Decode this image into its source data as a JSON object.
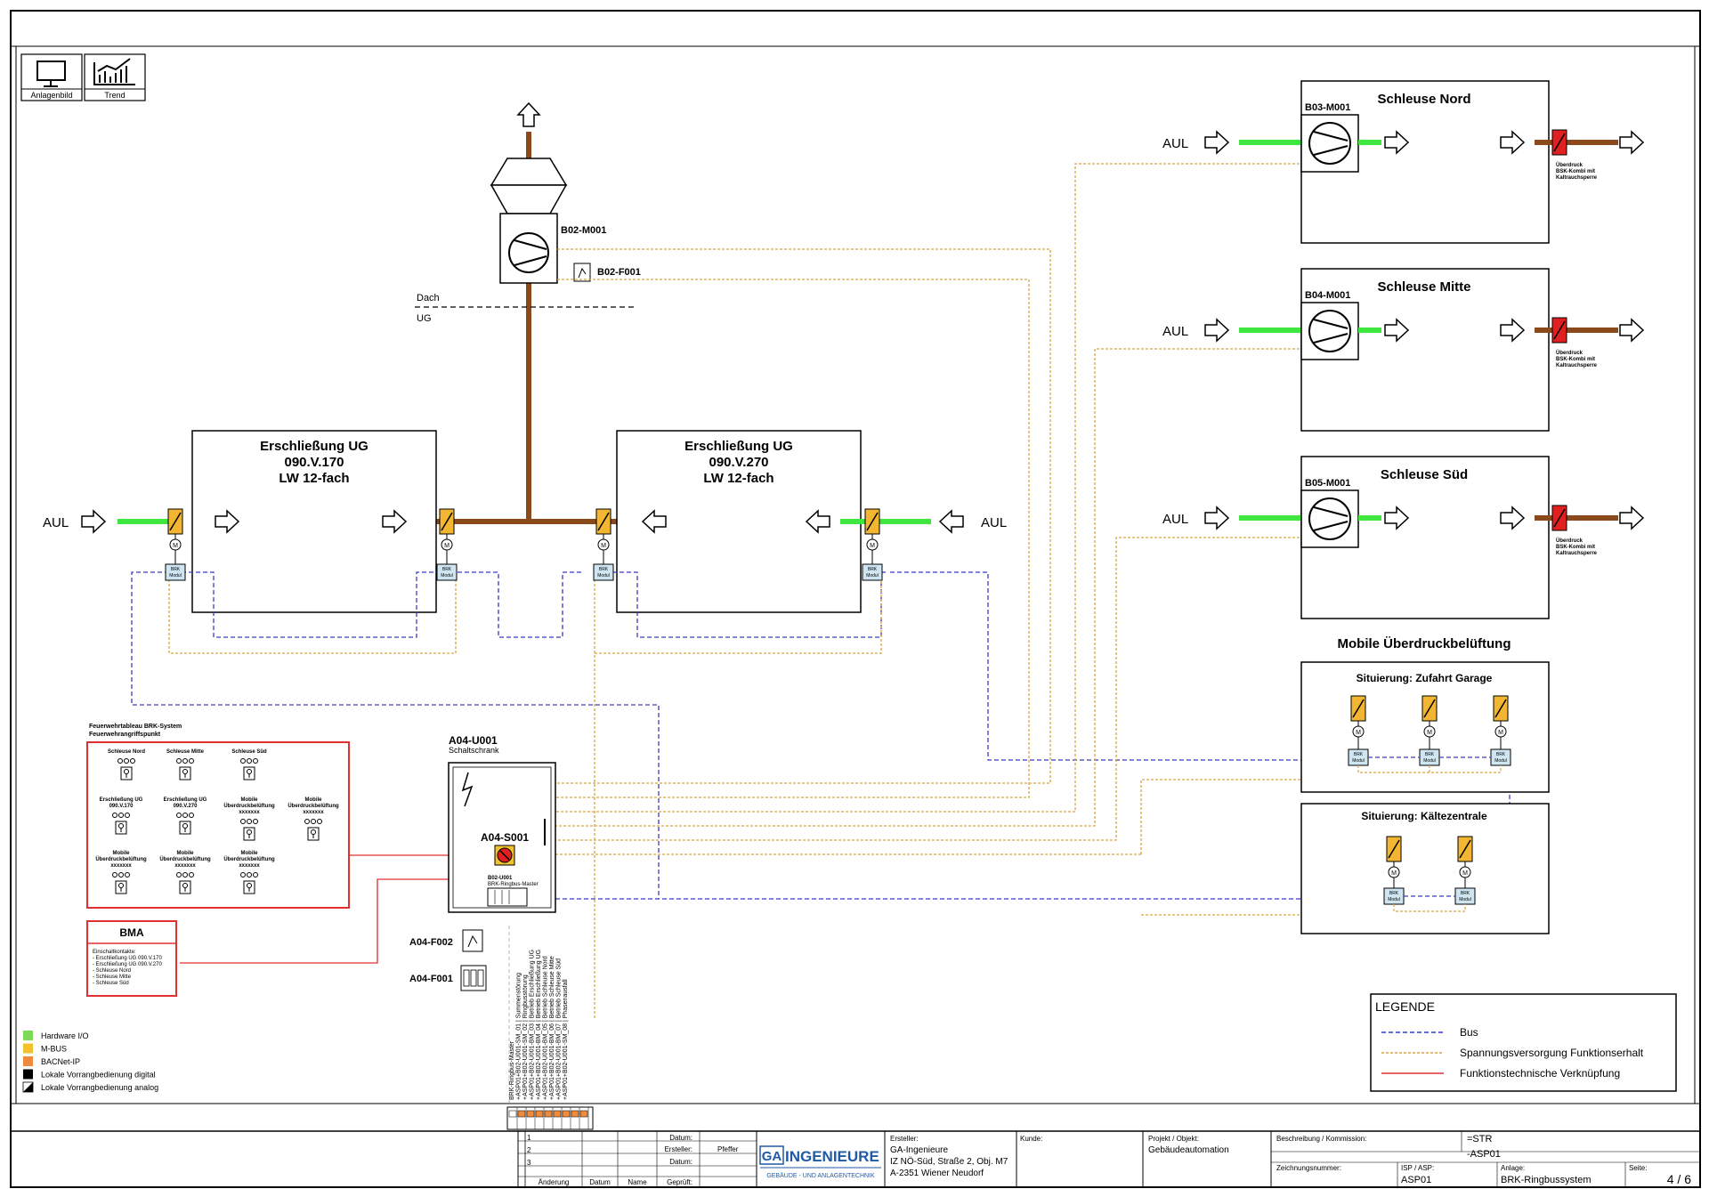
{
  "nav": {
    "plant_image": "Anlagenbild",
    "trend": "Trend"
  },
  "top": {
    "fan_b02": "B02-M001",
    "damper_b02": "B02-F001",
    "level_roof": "Dach",
    "level_basement": "UG"
  },
  "units": [
    {
      "title": "Erschließung UG",
      "code": "090.V.170",
      "rate": "LW 12-fach"
    },
    {
      "title": "Erschließung UG",
      "code": "090.V.270",
      "rate": "LW 12-fach"
    }
  ],
  "aul": "AUL",
  "m": "M",
  "brk_modul_1": "BRK",
  "brk_modul_2": "Modul",
  "locks": [
    {
      "title": "Schleuse Nord",
      "fan": "B03-M001"
    },
    {
      "title": "Schleuse Mitte",
      "fan": "B04-M001"
    },
    {
      "title": "Schleuse Süd",
      "fan": "B05-M001"
    }
  ],
  "overpressure_note": [
    "Überdruck",
    "BSK-Kombi mit",
    "Kaltrauchsperre"
  ],
  "mobile": {
    "title": "Mobile Überdruckbelüftung",
    "box1": "Situierung: Zufahrt Garage",
    "box2": "Situierung: Kältezentrale"
  },
  "panel": {
    "title1": "Feuerwehrtableau BRK-System",
    "title2": "Feuerwehrangriffspunkt",
    "cells": [
      [
        "Schleuse Nord"
      ],
      [
        "Schleuse Mitte"
      ],
      [
        "Schleuse Süd"
      ],
      [
        "Erschließung UG",
        "090.V.170"
      ],
      [
        "Erschließung UG",
        "090.V.270"
      ],
      [
        "Mobile",
        "Überdruckbelüftung",
        "xxxxxxx"
      ],
      [
        "Mobile",
        "Überdruckbelüftung",
        "xxxxxxx"
      ],
      [
        "Mobile",
        "Überdruckbelüftung",
        "xxxxxxx"
      ],
      [
        "Mobile",
        "Überdruckbelüftung",
        "xxxxxxx"
      ],
      [
        "Mobile",
        "Überdruckbelüftung",
        "xxxxxxx"
      ]
    ]
  },
  "bma": {
    "title": "BMA",
    "lines": [
      "Einschaltkontakte:",
      "- Erschließung UG 090.V.170",
      "- Erschließung UG 090.V.270",
      "- Schleuse Nord",
      "- Schleuse Mitte",
      "- Schleuse Süd"
    ]
  },
  "cabinet": {
    "id": "A04-U001",
    "name": "Schaltschrank",
    "switch": "A04-S001",
    "master_id": "B02-U001",
    "master_name": "BRK-Ringbus-Master",
    "f002": "A04-F002",
    "f001": "A04-F001"
  },
  "signals": [
    "BRK-Ringbus-Master",
    "+ASP01+B02-U001-SM_01 | Summenstörung",
    "+ASP01+B02-U001-SM_02 | Ringbusstörung",
    "+ASP01+B02-U001-BM_03 | Betrieb Erschließung UG",
    "+ASP01+B02-U001-BM_04 | Betrieb Erschließung UG",
    "+ASP01+B02-U001-BM_05 | Betrieb Schleuse Nord",
    "+ASP01+B02-U001-BM_06 | Betrieb Schleuse Mitte",
    "+ASP01+B02-U001-BM_07 | Betrieb Schleuse Süd",
    "+ASP01+B02-U001-SM_08 | Phasenausfall"
  ],
  "signal_legend": [
    {
      "color": "#7ed957",
      "label": "Hardware I/O"
    },
    {
      "color": "#f2c12e",
      "label": "M-BUS"
    },
    {
      "color": "#f08a3c",
      "label": "BACNet-IP"
    },
    {
      "color": "#000000",
      "label": "Lokale Vorrangbedienung digital"
    },
    {
      "color": "diag",
      "label": "Lokale Vorrangbedienung analog"
    }
  ],
  "legend": {
    "title": "LEGENDE",
    "items": [
      {
        "label": "Bus",
        "color": "#3a3ac8"
      },
      {
        "label": "Spannungsversorgung Funktionserhalt",
        "color": "#d9a441"
      },
      {
        "label": "Funktionstechnische Verknüpfung",
        "color": "#e03030"
      }
    ]
  },
  "colors": {
    "duct": "#8b4a1c",
    "air": "#3ee63e",
    "bus": "#3a3ac8",
    "power": "#d9a441",
    "link": "#e03030",
    "damper": "#f2b632",
    "bsk": "#e02020",
    "module": "#cfe6f2"
  },
  "titleblock": {
    "rows": [
      "1",
      "2",
      "3"
    ],
    "col_change": "Änderung",
    "col_date": "Datum",
    "col_name": "Name",
    "lbl_date": "Datum:",
    "lbl_author": "Ersteller:",
    "val_author": "Pfeffer",
    "lbl_date2": "Datum:",
    "lbl_checked": "Geprüft:",
    "logo_ga": "GA",
    "logo_ingenieure": "INGENIEURE",
    "logo_sub": "GEBÄUDE - UND ANLAGENTECHNIK",
    "creator_label": "Ersteller:",
    "creator": [
      "GA-Ingenieure",
      "IZ NÖ-Süd, Straße 2, Obj. M7",
      "A-2351 Wiener Neudorf"
    ],
    "client_label": "Kunde:",
    "project_label": "Projekt / Objekt:",
    "project": "Gebäudeautomation",
    "desc_label": "Beschreibung / Kommission:",
    "str": "=STR",
    "asp": "-ASP01",
    "drawing_no_label": "Zeichnungsnummer:",
    "isp_label": "ISP / ASP:",
    "isp": "ASP01",
    "plant_label": "Anlage:",
    "plant": "BRK-Ringbussystem",
    "page_label": "Seite:",
    "page": "4 / 6"
  }
}
